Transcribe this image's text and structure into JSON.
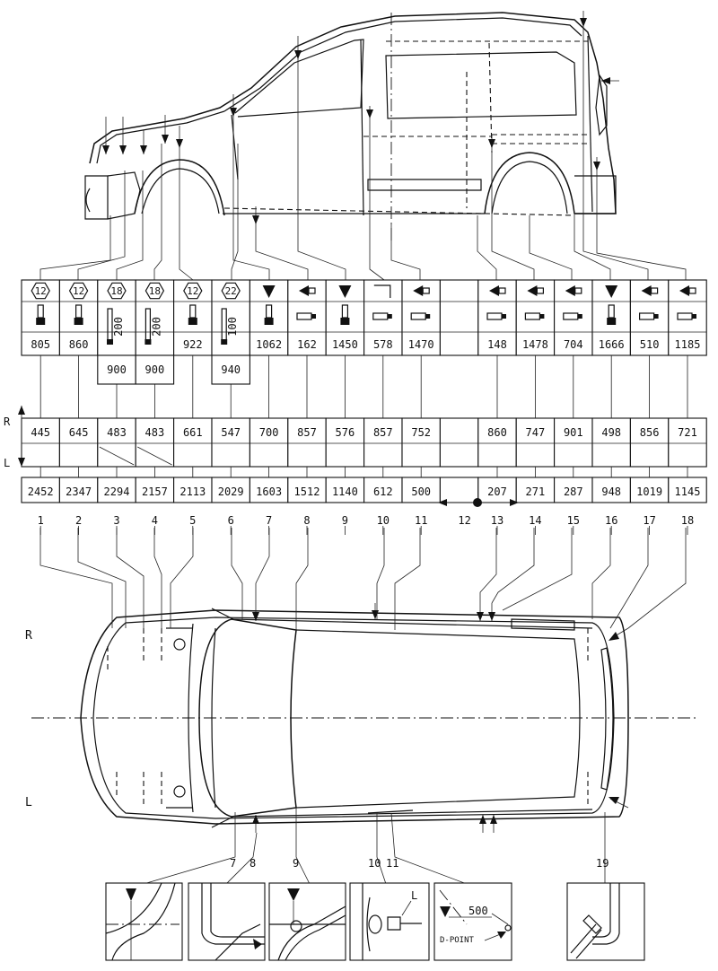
{
  "side_labels": {
    "right": "R",
    "left": "L"
  },
  "points": [
    {
      "num": "1",
      "bolt": "12",
      "icon": "hex",
      "tool": "bolt",
      "height": "805",
      "extra": "",
      "width": "445",
      "length": "2452"
    },
    {
      "num": "2",
      "bolt": "12",
      "icon": "hex",
      "tool": "bolt",
      "height": "860",
      "extra": "",
      "width": "645",
      "length": "2347"
    },
    {
      "num": "3",
      "bolt": "18",
      "icon": "hex",
      "tool": "ext200",
      "height": "200",
      "extra": "900",
      "width": "483",
      "length": "2294"
    },
    {
      "num": "4",
      "bolt": "18",
      "icon": "hex",
      "tool": "ext200",
      "height": "200",
      "extra": "900",
      "width": "483",
      "length": "2157"
    },
    {
      "num": "5",
      "bolt": "12",
      "icon": "hex",
      "tool": "bolt",
      "height": "922",
      "extra": "",
      "width": "661",
      "length": "2113"
    },
    {
      "num": "6",
      "bolt": "22",
      "icon": "hex",
      "tool": "ext100",
      "height": "100",
      "extra": "940",
      "width": "547",
      "length": "2029"
    },
    {
      "num": "7",
      "bolt": "",
      "icon": "down",
      "tool": "bolt",
      "height": "1062",
      "extra": "",
      "width": "700",
      "length": "1603"
    },
    {
      "num": "8",
      "bolt": "",
      "icon": "left",
      "tool": "side",
      "height": "162",
      "extra": "",
      "width": "857",
      "length": "1512"
    },
    {
      "num": "9",
      "bolt": "",
      "icon": "down",
      "tool": "bolt",
      "height": "1450",
      "extra": "",
      "width": "576",
      "length": "1140"
    },
    {
      "num": "10",
      "bolt": "",
      "icon": "corner",
      "tool": "side",
      "height": "578",
      "extra": "",
      "width": "857",
      "length": "612"
    },
    {
      "num": "11",
      "bolt": "",
      "icon": "left",
      "tool": "side",
      "height": "1470",
      "extra": "",
      "width": "752",
      "length": "500"
    },
    {
      "num": "13",
      "bolt": "",
      "icon": "left",
      "tool": "side",
      "height": "148",
      "extra": "",
      "width": "860",
      "length": "207"
    },
    {
      "num": "14",
      "bolt": "",
      "icon": "left",
      "tool": "side",
      "height": "1478",
      "extra": "",
      "width": "747",
      "length": "271"
    },
    {
      "num": "15",
      "bolt": "",
      "icon": "left",
      "tool": "side",
      "height": "704",
      "extra": "",
      "width": "901",
      "length": "287"
    },
    {
      "num": "16",
      "bolt": "",
      "icon": "down",
      "tool": "bolt",
      "height": "1666",
      "extra": "",
      "width": "498",
      "length": "948"
    },
    {
      "num": "17",
      "bolt": "",
      "icon": "left",
      "tool": "side",
      "height": "510",
      "extra": "",
      "width": "856",
      "length": "1019"
    },
    {
      "num": "18",
      "bolt": "",
      "icon": "left",
      "tool": "side",
      "height": "1185",
      "extra": "",
      "width": "721",
      "length": "1145"
    }
  ],
  "datum_point_num": "12",
  "bottom_callouts": [
    "7",
    "8",
    "9",
    "10",
    "11",
    "19"
  ],
  "detail_texts": {
    "dim": "500",
    "dpoint": "D-POINT",
    "side_l": "L"
  },
  "colors": {
    "ink": "#111111",
    "paper": "#ffffff"
  }
}
